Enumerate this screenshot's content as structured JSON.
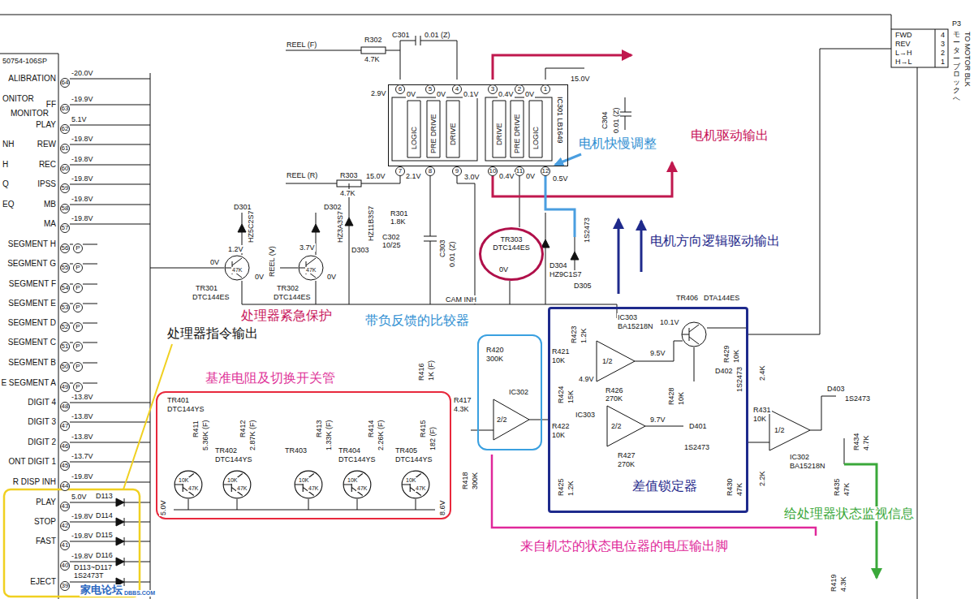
{
  "diagram": {
    "nodes": [
      {
        "text": [
          "IC301 LB1649"
        ]
      },
      {
        "text": [
          "TR303",
          "DTC144ES"
        ]
      },
      {
        "text": [
          "基准电阻及切换开关管"
        ]
      },
      {
        "text": [
          "带负反馈的比较器"
        ]
      },
      {
        "text": [
          "差值锁定器"
        ]
      }
    ],
    "labels": [
      "50754-106SP",
      "ALIBRATION",
      "64",
      "-20.0V",
      "ONITOR",
      "FF",
      "63",
      "-19.9V",
      "MONITOR",
      "PLAY",
      "62",
      "5.1V",
      "NH",
      "REW",
      "61",
      "-19.8V",
      "H",
      "REC",
      "60",
      "-19.8V",
      "Q",
      "IPSS",
      "59",
      "-19.8V",
      "EQ",
      "MB",
      "58",
      "-19.8V",
      "MA",
      "57",
      "-19.8V",
      "SEGMENT H",
      "56",
      "P",
      "SEGMENT G",
      "55",
      "P",
      "SEGMENT F",
      "54",
      "P",
      "SEGMENT E",
      "53",
      "P",
      "SEGMENT D",
      "52",
      "P",
      "SEGMENT C",
      "51",
      "P",
      "SEGMENT B",
      "50",
      "P",
      "E SEGMENT A",
      "49",
      "P",
      "DIGIT 4",
      "48",
      "-13.8V",
      "DIGIT 3",
      "47",
      "-13.8V",
      "DIGIT 2",
      "46",
      "-13.8V",
      "ONT DIGIT 1",
      "45",
      "-13.7V",
      "R DISP INH",
      "44",
      "-19.8V",
      "PLAY",
      "43",
      "5.0V",
      "D113",
      "STOP",
      "42",
      "-19.8V",
      "D114",
      "FAST",
      "41",
      "-19.8V",
      "D115",
      "40",
      "-19.8V",
      "D116",
      "EJECT",
      "39",
      "D113~D117",
      "1S2473T",
      "家电论坛",
      "DBBS.COM",
      "REEL (F)",
      "R302",
      "4.7K",
      "C301",
      "0.01 (Z)",
      "6",
      "5",
      "4",
      "3",
      "2",
      "1",
      "7",
      "8",
      "9",
      "10",
      "11",
      "12",
      "2.9V",
      "0V",
      "0V",
      "0.1V",
      "0.4V",
      "0V",
      "15.0V",
      "15.0V",
      "2.1V",
      "3.0V",
      "0.4V",
      "0V",
      "0.5V",
      "LOGIC",
      "PRE DRIVE",
      "DRIVE",
      "DRIVE",
      "PRE DRIVE",
      "LOGIC",
      "REEL (R)",
      "R303",
      "4.7K",
      "P3",
      "FWD",
      "4",
      "REV",
      "3",
      "L→H",
      "2",
      "H→L",
      "1",
      "モーターブロックへ",
      "TO MOTOR BLK",
      "C304",
      "0.01 (Z)",
      "电机驱动输出",
      "电机快慢调整",
      "电机方向逻辑驱动输出",
      "D301",
      "HZ5C2S7",
      "1.2V",
      "0V",
      "0V",
      "47K",
      "TR301",
      "DTC144ES",
      "REEL (V)",
      "3.7V",
      "D302",
      "HZ3A3S7",
      "47K",
      "0V",
      "TR302",
      "DTC144ES",
      "D303",
      "HZ11B3S7",
      "R301",
      "1.8K",
      "C302",
      "10/25",
      "C303",
      "0.01 (Z)",
      "0V",
      "D304",
      "HZ9C1S7",
      "D305",
      "1S2473",
      "CAM INH",
      "处理器紧急保护",
      "TR406",
      "DTA144ES",
      "处理器指令输出",
      "IC303",
      "BA15218N",
      "10.1V",
      "R423",
      "1.2K",
      "R421",
      "10K",
      "1/2",
      "9.5V",
      "R429",
      "10K",
      "4.9V",
      "R426",
      "270K",
      "R424",
      "15K",
      "R428",
      "10K",
      "D402",
      "1S2473",
      "R422",
      "10K",
      "IC303",
      "2/2",
      "9.7V",
      "D401",
      "1S2473",
      "R431",
      "10K",
      "R427",
      "270K",
      "R425",
      "1.2K",
      "R430",
      "47K",
      "2.4K",
      "2.2K",
      "1/2",
      "IC302",
      "BA15218N",
      "D403",
      "1S2473",
      "R434",
      "4.7K",
      "R435",
      "47K",
      "给处理器状态监视信息",
      "R419",
      "4.3K",
      "R420",
      "300K",
      "IC302",
      "2/2",
      "R416",
      "1K (F)",
      "R417",
      "4.3K",
      "R418",
      "300K",
      "来自机芯的状态电位器的电压输出脚",
      "TR401",
      "DTC144YS",
      "R411",
      "5.36K (F)",
      "TR402",
      "DTC144YS",
      "R412",
      "2.87K (F)",
      "TR403",
      "R413",
      "1.33K (F)",
      "TR404",
      "DTC144YS",
      "R414",
      "2.26K (F)",
      "TR405",
      "DTC144YS",
      "R415",
      "182 (F)",
      "10K",
      "47K",
      "10K",
      "47K",
      "10K",
      "47K",
      "10K",
      "47K",
      "10K",
      "47K",
      "5.0V",
      "8.6V"
    ]
  }
}
